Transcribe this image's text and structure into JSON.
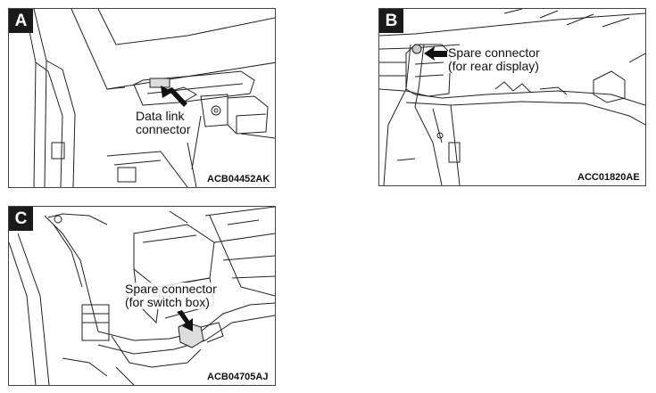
{
  "panels": [
    {
      "letter": "A",
      "callout_line1": "Data link",
      "callout_line2": "connector",
      "code": "ACB04452AK"
    },
    {
      "letter": "B",
      "callout_line1": "Spare connector",
      "callout_line2": "(for rear display)",
      "code": "ACC01820AE"
    },
    {
      "letter": "C",
      "callout_line1": "Spare connector",
      "callout_line2": "(for switch box)",
      "code": "ACB04705AJ"
    }
  ]
}
